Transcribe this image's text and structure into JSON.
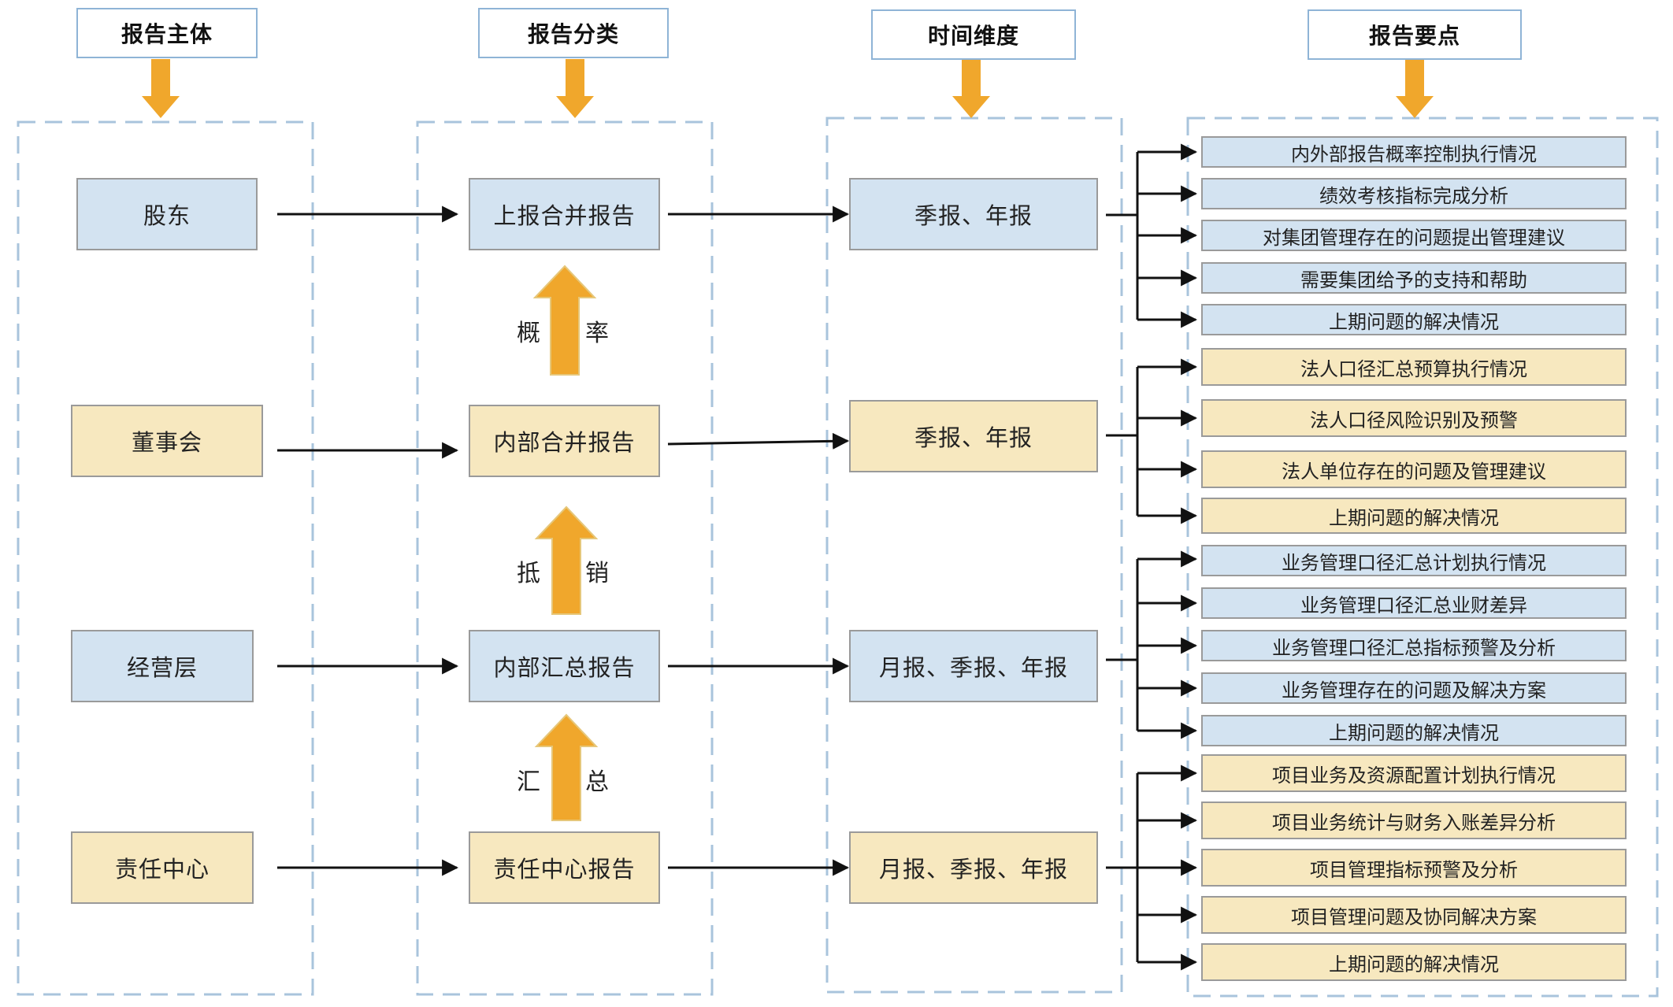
{
  "headers": {
    "subject": "报告主体",
    "category": "报告分类",
    "time": "时间维度",
    "points": "报告要点"
  },
  "subjects": [
    "股东",
    "董事会",
    "经营层",
    "责任中心"
  ],
  "reports": [
    "上报合并报告",
    "内部合并报告",
    "内部汇总报告",
    "责任中心报告"
  ],
  "periods": [
    "季报、年报",
    "季报、年报",
    "月报、季报、年报",
    "月报、季报、年报"
  ],
  "processes": [
    {
      "left": "概",
      "right": "率"
    },
    {
      "left": "抵",
      "right": "销"
    },
    {
      "left": "汇",
      "right": "总"
    }
  ],
  "points": {
    "group1": [
      "内外部报告概率控制执行情况",
      "绩效考核指标完成分析",
      "对集团管理存在的问题提出管理建议",
      "需要集团给予的支持和帮助",
      "上期问题的解决情况"
    ],
    "group2": [
      "法人口径汇总预算执行情况",
      "法人口径风险识别及预警",
      "法人单位存在的问题及管理建议",
      "上期问题的解决情况"
    ],
    "group3": [
      "业务管理口径汇总计划执行情况",
      "业务管理口径汇总业财差异",
      "业务管理口径汇总指标预警及分析",
      "业务管理存在的问题及解决方案",
      "上期问题的解决情况"
    ],
    "group4": [
      "项目业务及资源配置计划执行情况",
      "项目业务统计与财务入账差异分析",
      "项目管理指标预警及分析",
      "项目管理问题及协同解决方案",
      "上期问题的解决情况"
    ]
  },
  "colors": {
    "blue_fill": "#d3e3f1",
    "yellow_fill": "#f7e8bf",
    "orange_arrow": "#f0a72c",
    "dashed_border": "#a9c4dc",
    "header_border": "#8fb4d6"
  }
}
